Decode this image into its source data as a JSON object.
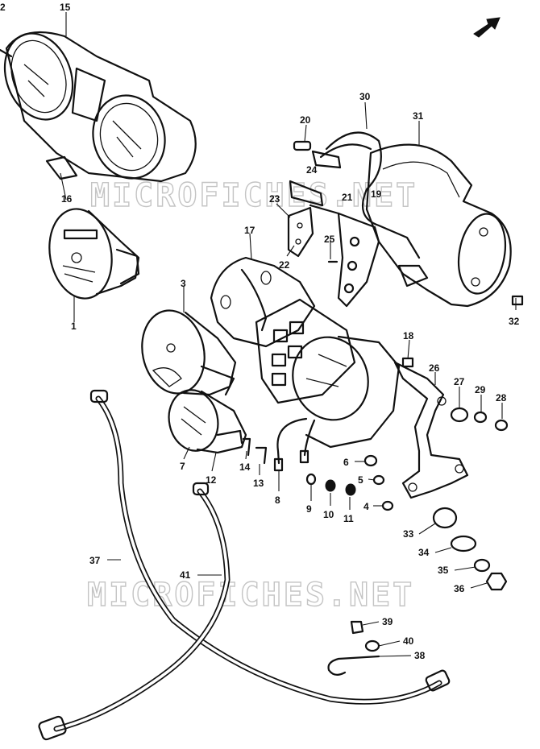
{
  "watermark": {
    "text": "MICROFICHES.NET"
  },
  "direction_icon": "front-arrow-icon",
  "callouts": [
    {
      "id": "c15",
      "label": "15"
    },
    {
      "id": "c2",
      "label": "2"
    },
    {
      "id": "c16",
      "label": "16"
    },
    {
      "id": "c1",
      "label": "1"
    },
    {
      "id": "c3",
      "label": "3"
    },
    {
      "id": "c17",
      "label": "17"
    },
    {
      "id": "c20",
      "label": "20"
    },
    {
      "id": "c24",
      "label": "24"
    },
    {
      "id": "c30",
      "label": "30"
    },
    {
      "id": "c31",
      "label": "31"
    },
    {
      "id": "c23",
      "label": "23"
    },
    {
      "id": "c21",
      "label": "21"
    },
    {
      "id": "c19",
      "label": "19"
    },
    {
      "id": "c25",
      "label": "25"
    },
    {
      "id": "c22",
      "label": "22"
    },
    {
      "id": "c32",
      "label": "32"
    },
    {
      "id": "c18",
      "label": "18"
    },
    {
      "id": "c26",
      "label": "26"
    },
    {
      "id": "c27",
      "label": "27"
    },
    {
      "id": "c29",
      "label": "29"
    },
    {
      "id": "c28",
      "label": "28"
    },
    {
      "id": "c7",
      "label": "7"
    },
    {
      "id": "c12",
      "label": "12"
    },
    {
      "id": "c14",
      "label": "14"
    },
    {
      "id": "c13",
      "label": "13"
    },
    {
      "id": "c8",
      "label": "8"
    },
    {
      "id": "c6",
      "label": "6"
    },
    {
      "id": "c5",
      "label": "5"
    },
    {
      "id": "c9",
      "label": "9"
    },
    {
      "id": "c10",
      "label": "10"
    },
    {
      "id": "c11",
      "label": "11"
    },
    {
      "id": "c4",
      "label": "4"
    },
    {
      "id": "c33",
      "label": "33"
    },
    {
      "id": "c34",
      "label": "34"
    },
    {
      "id": "c35",
      "label": "35"
    },
    {
      "id": "c36",
      "label": "36"
    },
    {
      "id": "c37",
      "label": "37"
    },
    {
      "id": "c41",
      "label": "41"
    },
    {
      "id": "c39",
      "label": "39"
    },
    {
      "id": "c40",
      "label": "40"
    },
    {
      "id": "c38",
      "label": "38"
    }
  ]
}
